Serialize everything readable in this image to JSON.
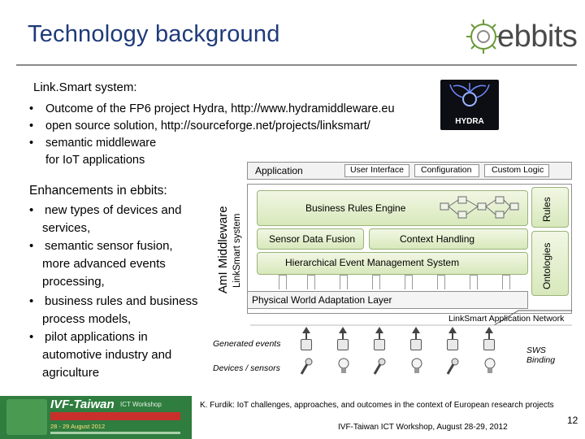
{
  "slide": {
    "title": "Technology background",
    "logo_text": "ebbits",
    "hydra_label": "HYDRA",
    "linksmart": {
      "heading": "Link.Smart system:",
      "bullets": [
        {
          "text": "Outcome of the FP6 project Hydra, http://www.hydramiddleware.eu"
        },
        {
          "text": "open source solution, http://sourceforge.net/projects/linksmart/"
        },
        {
          "text": "semantic middleware"
        },
        {
          "text": "for IoT applications"
        }
      ]
    },
    "ebbits": {
      "heading": "Enhancements in ebbits:",
      "bullets": [
        {
          "line1": "new types of devices and",
          "line2": "services,"
        },
        {
          "line1": "semantic sensor fusion,",
          "line2": "more advanced events",
          "line3": "processing,"
        },
        {
          "line1": "business rules and business",
          "line2": "process models,"
        },
        {
          "line1": "pilot applications in",
          "line2": "automotive industry and",
          "line3": "agriculture"
        }
      ]
    },
    "diagram": {
      "application": "Application",
      "user_interface": "User Interface",
      "configuration": "Configuration",
      "custom_logic": "Custom Logic",
      "ami_middleware": "AmI Middleware",
      "linksmart_system": "LinkSmart system",
      "business_rules_engine": "Business Rules Engine",
      "sensor_data_fusion": "Sensor Data Fusion",
      "context_handling": "Context Handling",
      "hem_system": "Hierarchical Event Management System",
      "rules": "Rules",
      "ontologies": "Ontologies",
      "pwal": "Physical World Adaptation Layer",
      "network": "LinkSmart Application Network",
      "generated_events": "Generated events",
      "devices_sensors": "Devices / sensors",
      "sws_binding_1": "SWS",
      "sws_binding_2": "Binding"
    },
    "footer": {
      "citation": "K. Furdik: IoT challenges, approaches, and outcomes in the context of European research projects",
      "event": "IVF-Taiwan ICT Workshop, August 28-29, 2012",
      "page_number": "12"
    },
    "banner": {
      "title": "IVF-Taiwan",
      "subtitle": "ICT Workshop",
      "dates": "28 - 29 August 2012"
    },
    "colors": {
      "title": "#1f3a7a",
      "rule": "#8a8a8a",
      "diagram_green": "#d8e8bb",
      "banner_green": "#2f7d3f"
    }
  }
}
